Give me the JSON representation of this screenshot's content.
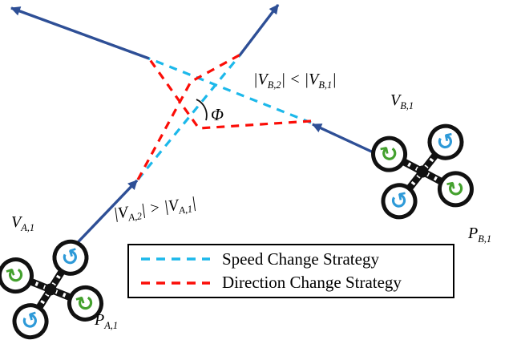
{
  "colors": {
    "navy": "#2e4f96",
    "cyan": "#1cb8ea",
    "red": "#fb0d07",
    "rotor_green": "#44a12e",
    "rotor_blue": "#2e9ad8",
    "frame_black": "#111111"
  },
  "icons": {
    "rotor_cw": "↻",
    "rotor_ccw": "↺"
  },
  "labels": {
    "v_a1": {
      "base": "V",
      "sub": "A,1"
    },
    "p_a1": {
      "base": "P",
      "sub": "A,1"
    },
    "v_b1": {
      "base": "V",
      "sub": "B,1"
    },
    "p_b1": {
      "base": "P",
      "sub": "B,1"
    },
    "phi": "Φ",
    "ineq_a": {
      "p1": "|V",
      "s1": "A,2",
      "p2": "| > |V",
      "s2": "A,1",
      "p3": "|"
    },
    "ineq_b": {
      "p1": "|V",
      "s1": "B,2",
      "p2": "| < |V",
      "s2": "B,1",
      "p3": "|"
    }
  },
  "legend": {
    "items": [
      {
        "label": "Speed Change Strategy",
        "color": "#1cb8ea"
      },
      {
        "label": "Direction Change Strategy",
        "color": "#fb0d07"
      }
    ]
  }
}
